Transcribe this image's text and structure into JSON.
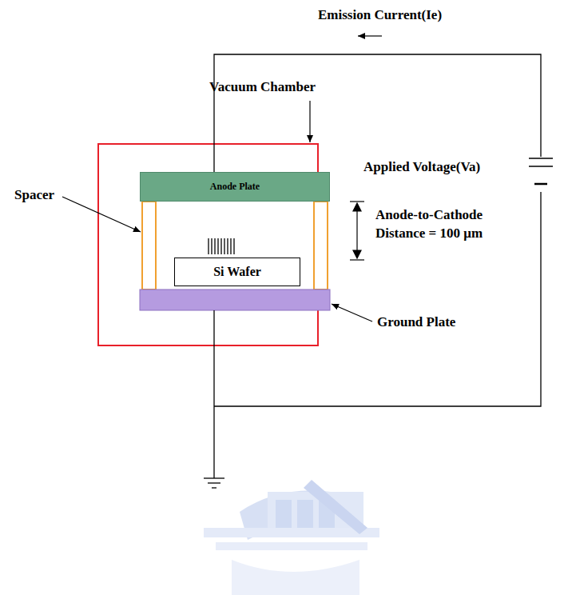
{
  "diagram": {
    "nodes": [
      {
        "text": [
          "Anode Plate"
        ]
      },
      {
        "text": [
          "Si Wafer"
        ]
      }
    ],
    "labels": [
      "Emission Current(Ie)",
      "Vacuum Chamber",
      "Applied Voltage(Va)",
      "Spacer",
      "Anode-to-Cathode Distance = 100 μm",
      "Ground Plate"
    ]
  }
}
